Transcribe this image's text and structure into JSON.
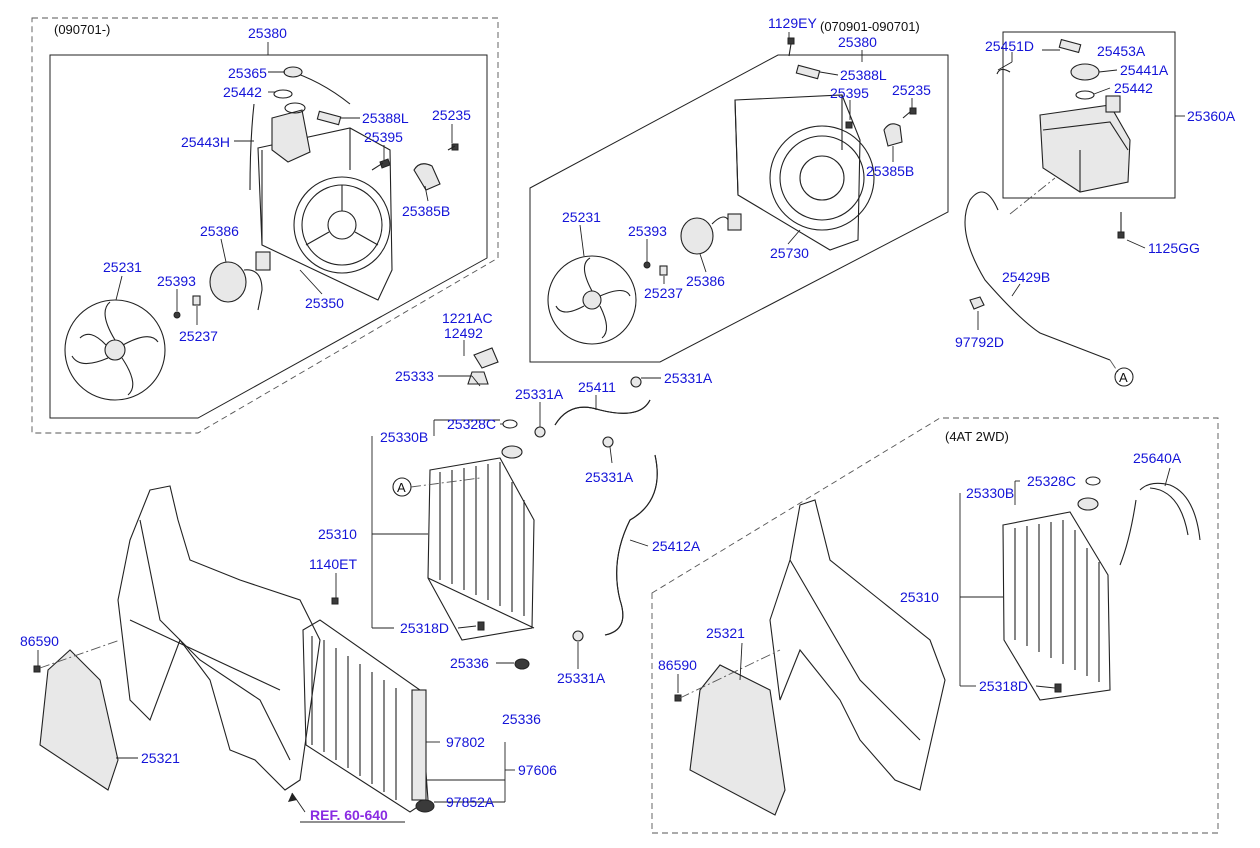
{
  "notes": {
    "variant_1": "(090701-)",
    "variant_2": "(070901-090701)",
    "variant_4at": "(4AT 2WD)",
    "ref": "REF. 60-640",
    "marker": "A"
  },
  "parts": {
    "p25380a": "25380",
    "p25365": "25365",
    "p25442a": "25442",
    "p25388La": "25388L",
    "p25443H": "25443H",
    "p25395a": "25395",
    "p25235a": "25235",
    "p25385Ba": "25385B",
    "p25386a": "25386",
    "p25231a": "25231",
    "p25393a": "25393",
    "p25237a": "25237",
    "p25350": "25350",
    "p1129EY": "1129EY",
    "p25380b": "25380",
    "p25388Lb": "25388L",
    "p25395b": "25395",
    "p25235b": "25235",
    "p25385Bb": "25385B",
    "p25231b": "25231",
    "p25393b": "25393",
    "p25386b": "25386",
    "p25237b": "25237",
    "p25730": "25730",
    "p25451D": "25451D",
    "p25453A": "25453A",
    "p25441A": "25441A",
    "p25442b": "25442",
    "p25360A": "25360A",
    "p1125GG": "1125GG",
    "p25429B": "25429B",
    "p97792D": "97792D",
    "p1221AC": "1221AC",
    "p12492": "12492",
    "p25333": "25333",
    "p25328Ca": "25328C",
    "p25330Ba": "25330B",
    "p25331Aa": "25331A",
    "p25411": "25411",
    "p25331Ab": "25331A",
    "p25331Ac": "25331A",
    "p25310a": "25310",
    "p25412A": "25412A",
    "p25318Da": "25318D",
    "p25336a": "25336",
    "p25331Ad": "25331A",
    "p1140ET": "1140ET",
    "p86590a": "86590",
    "p25321a": "25321",
    "p25336b": "25336",
    "p97802": "97802",
    "p97606": "97606",
    "p97852A": "97852A",
    "p25640A": "25640A",
    "p25328Cb": "25328C",
    "p25330Bb": "25330B",
    "p25310b": "25310",
    "p25321b": "25321",
    "p86590b": "86590",
    "p25318Db": "25318D"
  },
  "colors": {
    "label": "#1414d8",
    "ref": "#8a2be2",
    "line": "#222222"
  }
}
